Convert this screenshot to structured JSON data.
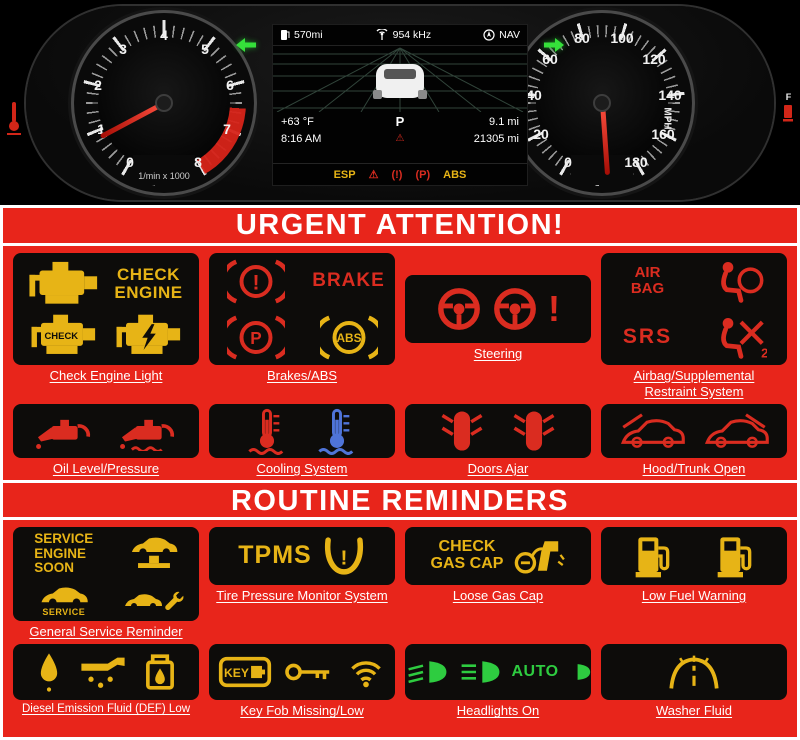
{
  "colors": {
    "background_red": "#e8251b",
    "tile_black": "#0d0c0a",
    "warning_yellow": "#e7b416",
    "warning_red": "#da2c20",
    "coolant_blue": "#4f74d8",
    "headlight_green": "#2ecc40",
    "needle_red": "#cc1208",
    "signal_green": "#35e03a",
    "label_white": "#ffffff"
  },
  "cluster": {
    "tach": {
      "numbers": [
        "0",
        "1",
        "2",
        "3",
        "4",
        "5",
        "6",
        "7",
        "8"
      ],
      "unit": "1/min x 1000"
    },
    "speedo": {
      "numbers": [
        "0",
        "20",
        "40",
        "60",
        "80",
        "100",
        "120",
        "140",
        "160",
        "180"
      ],
      "unit": "MPH"
    },
    "display": {
      "fuel_range": "570mi",
      "radio_freq": "954 kHz",
      "nav_label": "NAV",
      "temperature": "+63 °F",
      "time": "8:16 AM",
      "gear": "P",
      "trip_distance": "9.1 mi",
      "odometer": "21305 mi",
      "alert_glyph": "⚠",
      "warnings": [
        "ESP",
        "⚠",
        "(!)",
        "(P)",
        "ABS"
      ]
    },
    "fuel_full_label": "F"
  },
  "urgent": {
    "header": "URGENT ATTENTION!",
    "check_engine": {
      "label": "Check Engine Light",
      "big_text_line1": "CHECK",
      "big_text_line2": "ENGINE",
      "small_text": "CHECK"
    },
    "brakes": {
      "label": "Brakes/ABS",
      "brake_text": "BRAKE",
      "exclamation": "!",
      "p": "P",
      "abs": "ABS"
    },
    "steering": {
      "label": "Steering",
      "exclamation": "!"
    },
    "airbag": {
      "label": "Airbag/Supplemental Restraint System",
      "air_line1": "AIR",
      "air_line2": "BAG",
      "srs": "SRS",
      "two": "2"
    },
    "oil": {
      "label": "Oil Level/Pressure"
    },
    "cooling": {
      "label": "Cooling System"
    },
    "doors": {
      "label": "Doors Ajar"
    },
    "hood": {
      "label": "Hood/Trunk Open"
    }
  },
  "routine": {
    "header": "ROUTINE REMINDERS",
    "service": {
      "label": "General Service Reminder",
      "line1": "SERVICE",
      "line2": "ENGINE",
      "line3": "SOON",
      "service_text": "SERVICE"
    },
    "tpms": {
      "label": "Tire Pressure Monitor System",
      "tpms_text": "TPMS",
      "exclamation": "!"
    },
    "gas_cap": {
      "label": "Loose Gas Cap",
      "check": "CHECK",
      "gas_cap": "GAS CAP"
    },
    "low_fuel": {
      "label": "Low Fuel Warning"
    },
    "def": {
      "label": "Diesel Emission Fluid (DEF) Low"
    },
    "key_fob": {
      "label": "Key Fob Missing/Low",
      "key_text": "KEY"
    },
    "headlights": {
      "label": "Headlights On",
      "auto_text": "AUTO"
    },
    "washer": {
      "label": "Washer Fluid"
    }
  }
}
